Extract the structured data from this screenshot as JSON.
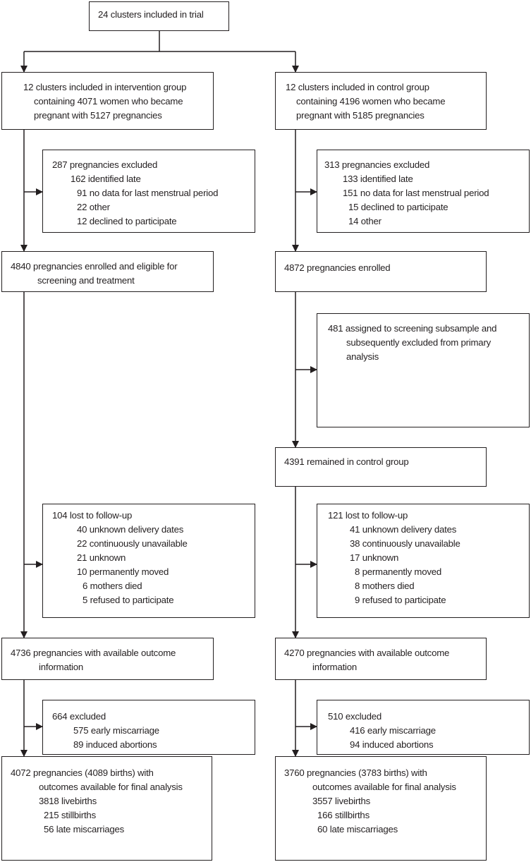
{
  "top": {
    "lines": [
      "24 clusters included in trial"
    ]
  },
  "left": {
    "group": {
      "lines": [
        "12 clusters included in intervention group",
        "containing 4071 women who became",
        "pregnant with 5127 pregnancies"
      ]
    },
    "excluded": {
      "lines": [
        "287 pregnancies excluded",
        "162 identified late",
        "91 no data for last menstrual period",
        "22 other",
        "12 declined to participate"
      ]
    },
    "enrolled": {
      "lines": [
        "4840 pregnancies enrolled and eligible for",
        "screening and treatment"
      ]
    },
    "lost": {
      "lines": [
        "104 lost to follow-up",
        "40 unknown delivery dates",
        "22 continuously unavailable",
        "21 unknown",
        "10 permanently moved",
        "6 mothers died",
        "5 refused to participate"
      ]
    },
    "outcome": {
      "lines": [
        "4736 pregnancies with available outcome",
        "information"
      ]
    },
    "excl2": {
      "lines": [
        "664 excluded",
        "575 early miscarriage",
        "89 induced abortions"
      ]
    },
    "final": {
      "lines": [
        "4072 pregnancies (4089 births) with",
        "outcomes available for final analysis",
        "3818 livebirths",
        "215 stillbirths",
        "56 late miscarriages"
      ]
    }
  },
  "right": {
    "group": {
      "lines": [
        "12 clusters included in control group",
        "containing 4196 women who became",
        "pregnant with 5185 pregnancies"
      ]
    },
    "excluded": {
      "lines": [
        "313 pregnancies excluded",
        "133 identified late",
        "151 no data for last menstrual period",
        "15 declined to participate",
        "14 other"
      ]
    },
    "enrolled": {
      "lines": [
        "4872 pregnancies enrolled"
      ]
    },
    "subsample": {
      "lines": [
        "481 assigned to screening subsample and",
        "subsequently excluded from primary",
        "analysis"
      ]
    },
    "remained": {
      "lines": [
        "4391 remained in control group"
      ]
    },
    "lost": {
      "lines": [
        "121 lost to follow-up",
        "41 unknown delivery dates",
        "38 continuously unavailable",
        "17 unknown",
        "8 permanently moved",
        "8 mothers died",
        "9 refused to participate"
      ]
    },
    "outcome": {
      "lines": [
        "4270 pregnancies with available outcome",
        "information"
      ]
    },
    "excl2": {
      "lines": [
        "510 excluded",
        "416 early miscarriage",
        "94 induced abortions"
      ]
    },
    "final": {
      "lines": [
        "3760 pregnancies (3783 births) with",
        "outcomes available for final analysis",
        "3557 livebirths",
        "166 stillbirths",
        "60 late miscarriages"
      ]
    }
  }
}
